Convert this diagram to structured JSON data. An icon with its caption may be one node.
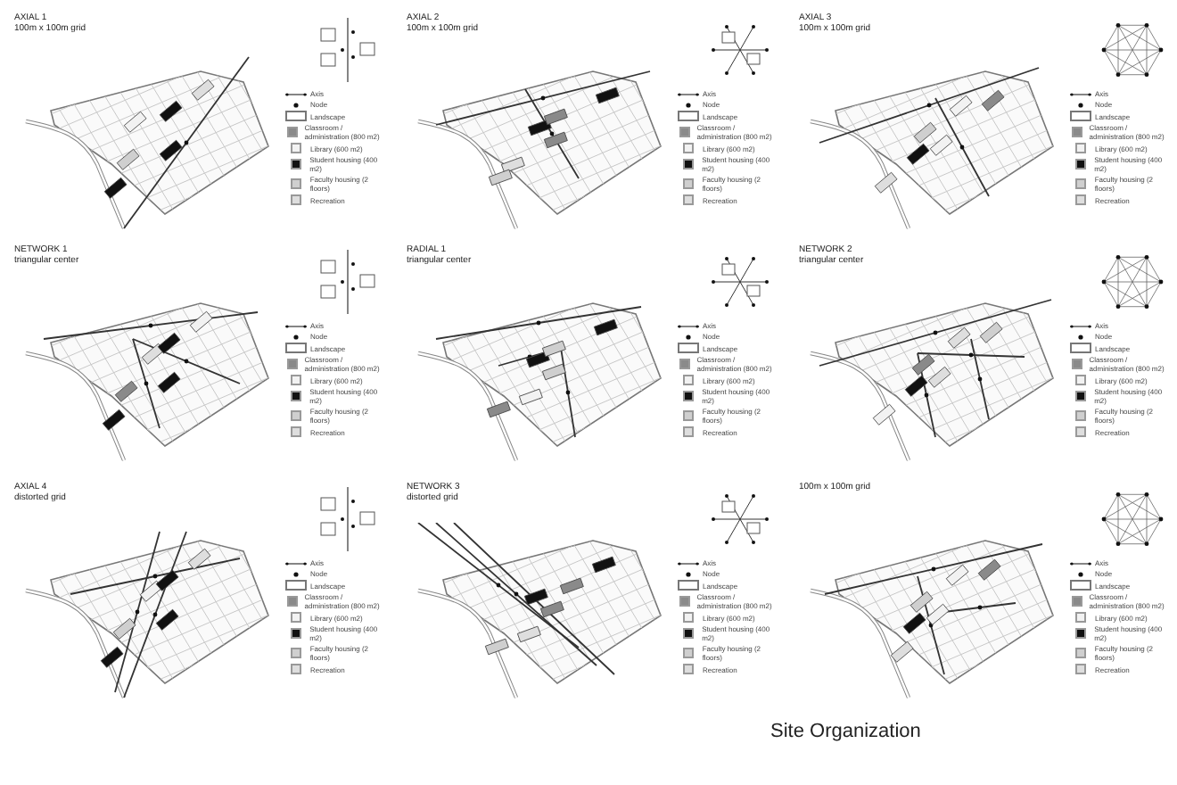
{
  "diagram": {
    "title": "Site Organization",
    "labels": [
      "AXIAL 1",
      "100m x 100m grid",
      "AXIAL 2",
      "100m x 100m grid",
      "AXIAL 3",
      "100m x 100m grid",
      "NETWORK 1",
      "triangular center",
      "RADIAL 1",
      "triangular center",
      "NETWORK 2",
      "triangular center",
      "AXIAL 4",
      "distorted grid",
      "NETWORK 3",
      "distorted grid",
      "100m x 100m grid"
    ],
    "legend": [
      {
        "text": "Axis"
      },
      {
        "text": "Node"
      },
      {
        "text": "Landscape"
      },
      {
        "text": "Classroom / administration (800 m2)",
        "color": "#8a8a8a"
      },
      {
        "text": "Library (600 m2)",
        "color": "#f2f2f2"
      },
      {
        "text": "Student housing (400 m2)",
        "color": "#111111"
      },
      {
        "text": "Faculty housing (2 floors)",
        "color": "#cfcfcf"
      },
      {
        "text": "Recreation",
        "color": "#dedede"
      },
      {
        "text": "Axis"
      },
      {
        "text": "Node"
      },
      {
        "text": "Landscape"
      },
      {
        "text": "Classroom / administration (800 m2)",
        "color": "#8a8a8a"
      },
      {
        "text": "Library (600 m2)",
        "color": "#f2f2f2"
      },
      {
        "text": "Student housing (400 m2)",
        "color": "#111111"
      },
      {
        "text": "Faculty housing (2 floors)",
        "color": "#cfcfcf"
      },
      {
        "text": "Recreation",
        "color": "#dedede"
      },
      {
        "text": "Axis"
      },
      {
        "text": "Node"
      },
      {
        "text": "Landscape"
      },
      {
        "text": "Classroom / administration (800 m2)",
        "color": "#8a8a8a"
      },
      {
        "text": "Library (600 m2)",
        "color": "#f2f2f2"
      },
      {
        "text": "Student housing (400 m2)",
        "color": "#111111"
      },
      {
        "text": "Faculty housing (2 floors)",
        "color": "#cfcfcf"
      },
      {
        "text": "Recreation",
        "color": "#dedede"
      },
      {
        "text": "Axis"
      },
      {
        "text": "Node"
      },
      {
        "text": "Landscape"
      },
      {
        "text": "Classroom / administration (800 m2)",
        "color": "#8a8a8a"
      },
      {
        "text": "Library (600 m2)",
        "color": "#f2f2f2"
      },
      {
        "text": "Student housing (400 m2)",
        "color": "#111111"
      },
      {
        "text": "Faculty housing (2 floors)",
        "color": "#cfcfcf"
      },
      {
        "text": "Recreation",
        "color": "#dedede"
      },
      {
        "text": "Axis"
      },
      {
        "text": "Node"
      },
      {
        "text": "Landscape"
      },
      {
        "text": "Classroom / administration (800 m2)",
        "color": "#8a8a8a"
      },
      {
        "text": "Library (600 m2)",
        "color": "#f2f2f2"
      },
      {
        "text": "Student housing (400 m2)",
        "color": "#111111"
      },
      {
        "text": "Faculty housing (2 floors)",
        "color": "#cfcfcf"
      },
      {
        "text": "Recreation",
        "color": "#dedede"
      },
      {
        "text": "Axis"
      },
      {
        "text": "Node"
      },
      {
        "text": "Landscape"
      },
      {
        "text": "Classroom / administration (800 m2)",
        "color": "#8a8a8a"
      },
      {
        "text": "Library (600 m2)",
        "color": "#f2f2f2"
      },
      {
        "text": "Student housing (400 m2)",
        "color": "#111111"
      },
      {
        "text": "Faculty housing (2 floors)",
        "color": "#cfcfcf"
      },
      {
        "text": "Recreation",
        "color": "#dedede"
      },
      {
        "text": "Axis"
      },
      {
        "text": "Node"
      },
      {
        "text": "Landscape"
      },
      {
        "text": "Classroom / administration (800 m2)",
        "color": "#8a8a8a"
      },
      {
        "text": "Library (600 m2)",
        "color": "#f2f2f2"
      },
      {
        "text": "Student housing (400 m2)",
        "color": "#111111"
      },
      {
        "text": "Faculty housing (2 floors)",
        "color": "#cfcfcf"
      },
      {
        "text": "Recreation",
        "color": "#dedede"
      },
      {
        "text": "Axis"
      },
      {
        "text": "Node"
      },
      {
        "text": "Landscape"
      },
      {
        "text": "Classroom / administration (800 m2)",
        "color": "#8a8a8a"
      },
      {
        "text": "Library (600 m2)",
        "color": "#f2f2f2"
      },
      {
        "text": "Student housing (400 m2)",
        "color": "#111111"
      },
      {
        "text": "Faculty housing (2 floors)",
        "color": "#cfcfcf"
      },
      {
        "text": "Recreation",
        "color": "#dedede"
      },
      {
        "text": "Axis"
      },
      {
        "text": "Node"
      },
      {
        "text": "Landscape"
      },
      {
        "text": "Classroom / administration (800 m2)",
        "color": "#8a8a8a"
      },
      {
        "text": "Library (600 m2)",
        "color": "#f2f2f2"
      },
      {
        "text": "Student housing (400 m2)",
        "color": "#111111"
      },
      {
        "text": "Faculty housing (2 floors)",
        "color": "#cfcfcf"
      },
      {
        "text": "Recreation",
        "color": "#dedede"
      }
    ]
  }
}
